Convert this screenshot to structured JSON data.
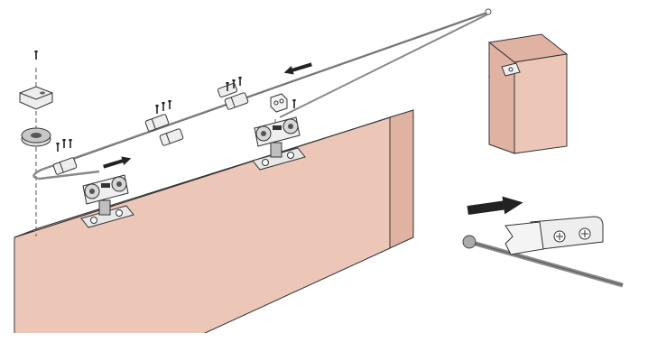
{
  "diagram": {
    "kind": "sliding-door-hardware-installation",
    "colors": {
      "door_face": "#ecc7b8",
      "door_edge": "#e2b6a6",
      "block_face": "#ecc7b8",
      "block_side": "#dfb2a2",
      "line": "#333333",
      "metal": "#d9d9d9",
      "metal_dark": "#8a8a8a",
      "wire": "#888888",
      "arrow": "#222222",
      "background": "#ffffff"
    },
    "parts": [
      {
        "id": "door-panel",
        "icon": "door-panel"
      },
      {
        "id": "roller-carriage-left",
        "icon": "roller-carriage"
      },
      {
        "id": "roller-carriage-right",
        "icon": "roller-carriage"
      },
      {
        "id": "cable-pulley",
        "icon": "pulley"
      },
      {
        "id": "cable-clamps",
        "icon": "clamp"
      },
      {
        "id": "cable-wire",
        "icon": "wire"
      },
      {
        "id": "wall-block",
        "icon": "wall-block"
      },
      {
        "id": "end-bracket",
        "icon": "bracket"
      },
      {
        "id": "screws",
        "icon": "screw"
      }
    ],
    "direction_arrows": [
      "left",
      "right",
      "right"
    ]
  }
}
